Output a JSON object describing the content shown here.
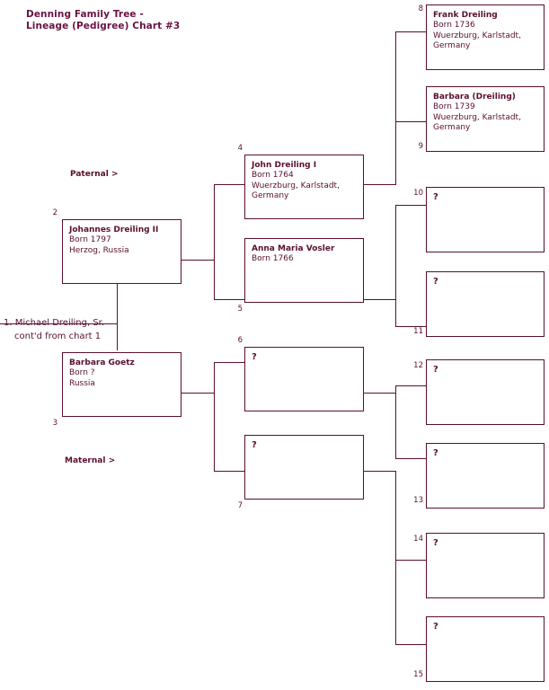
{
  "title": "Denning Family Tree -\nLineage (Pedigree) Chart #3",
  "colors": {
    "ink": "#5a0f2e",
    "title": "#6b1142",
    "background": "#ffffff"
  },
  "labels": {
    "paternal": "Paternal >",
    "maternal": "Maternal >"
  },
  "root": {
    "number": "1.",
    "name": "1. Michael Dreiling, Sr.",
    "note": "cont'd from chart 1"
  },
  "people": [
    {
      "number": "2",
      "name": "Johannes Dreiling II",
      "born": "Born 1797",
      "place": "Herzog, Russia",
      "unknown": false
    },
    {
      "number": "3",
      "name": "Barbara Goetz",
      "born": "Born ?",
      "place": "Russia",
      "unknown": false
    },
    {
      "number": "4",
      "name": "John Dreiling I",
      "born": "Born 1764",
      "place": "Wuerzburg, Karlstadt,\nGermany",
      "unknown": false
    },
    {
      "number": "5",
      "name": "Anna Maria Vosler",
      "born": "Born 1766",
      "place": "",
      "unknown": false
    },
    {
      "number": "6",
      "name": "?",
      "born": "",
      "place": "",
      "unknown": true
    },
    {
      "number": "7",
      "name": "?",
      "born": "",
      "place": "",
      "unknown": true
    },
    {
      "number": "8",
      "name": "Frank Dreiling",
      "born": "Born 1736",
      "place": "Wuerzburg, Karlstadt,\nGermany",
      "unknown": false
    },
    {
      "number": "9",
      "name": "Barbara (Dreiling)",
      "born": "Born 1739",
      "place": "Wuerzburg, Karlstadt,\nGermany",
      "unknown": false
    },
    {
      "number": "10",
      "name": "?",
      "born": "",
      "place": "",
      "unknown": true
    },
    {
      "number": "11",
      "name": "?",
      "born": "",
      "place": "",
      "unknown": true
    },
    {
      "number": "12",
      "name": "?",
      "born": "",
      "place": "",
      "unknown": true
    },
    {
      "number": "13",
      "name": "?",
      "born": "",
      "place": "",
      "unknown": true
    },
    {
      "number": "14",
      "name": "?",
      "born": "",
      "place": "",
      "unknown": true
    },
    {
      "number": "15",
      "name": "?",
      "born": "",
      "place": "",
      "unknown": true
    }
  ]
}
